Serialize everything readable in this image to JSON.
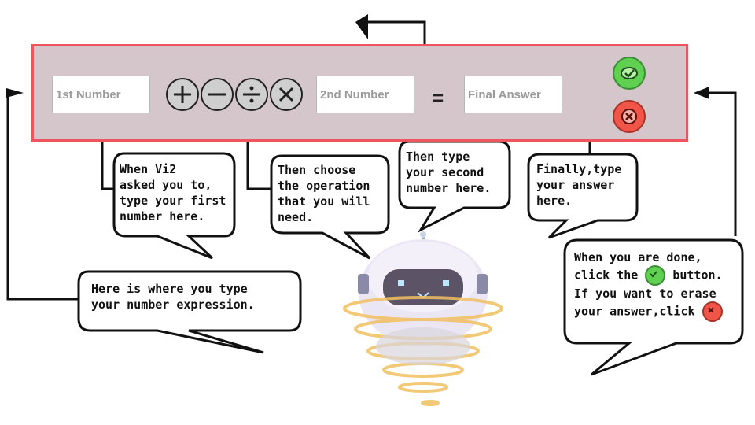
{
  "form": {
    "first_number_placeholder": "1st Number",
    "second_number_placeholder": "2nd Number",
    "final_answer_placeholder": "Final Answer",
    "equals": "=",
    "operations": [
      "add-icon",
      "subtract-icon",
      "divide-icon",
      "multiply-icon"
    ],
    "submit_icon": "check-icon",
    "clear_icon": "x-icon"
  },
  "bubbles": {
    "expression": "Here is where you type\nyour number expression.",
    "first": "When Vi2\nasked you to,\ntype your first\nnumber here.",
    "operation": "Then choose\nthe operation\nthat you will\nneed.",
    "second": "Then type\nyour second\nnumber here.",
    "answer": "Finally,type\nyour answer\nhere.",
    "done_line1": "When you are done,",
    "done_line2_before": "click the",
    "done_line2_after": "button.",
    "done_line3": "If you want to erase",
    "done_line4_before": "your answer,click"
  },
  "colors": {
    "panel_bg": "#d4c6cb",
    "panel_border": "#f0545f",
    "check": "#5fd04f",
    "erase": "#f05548"
  }
}
